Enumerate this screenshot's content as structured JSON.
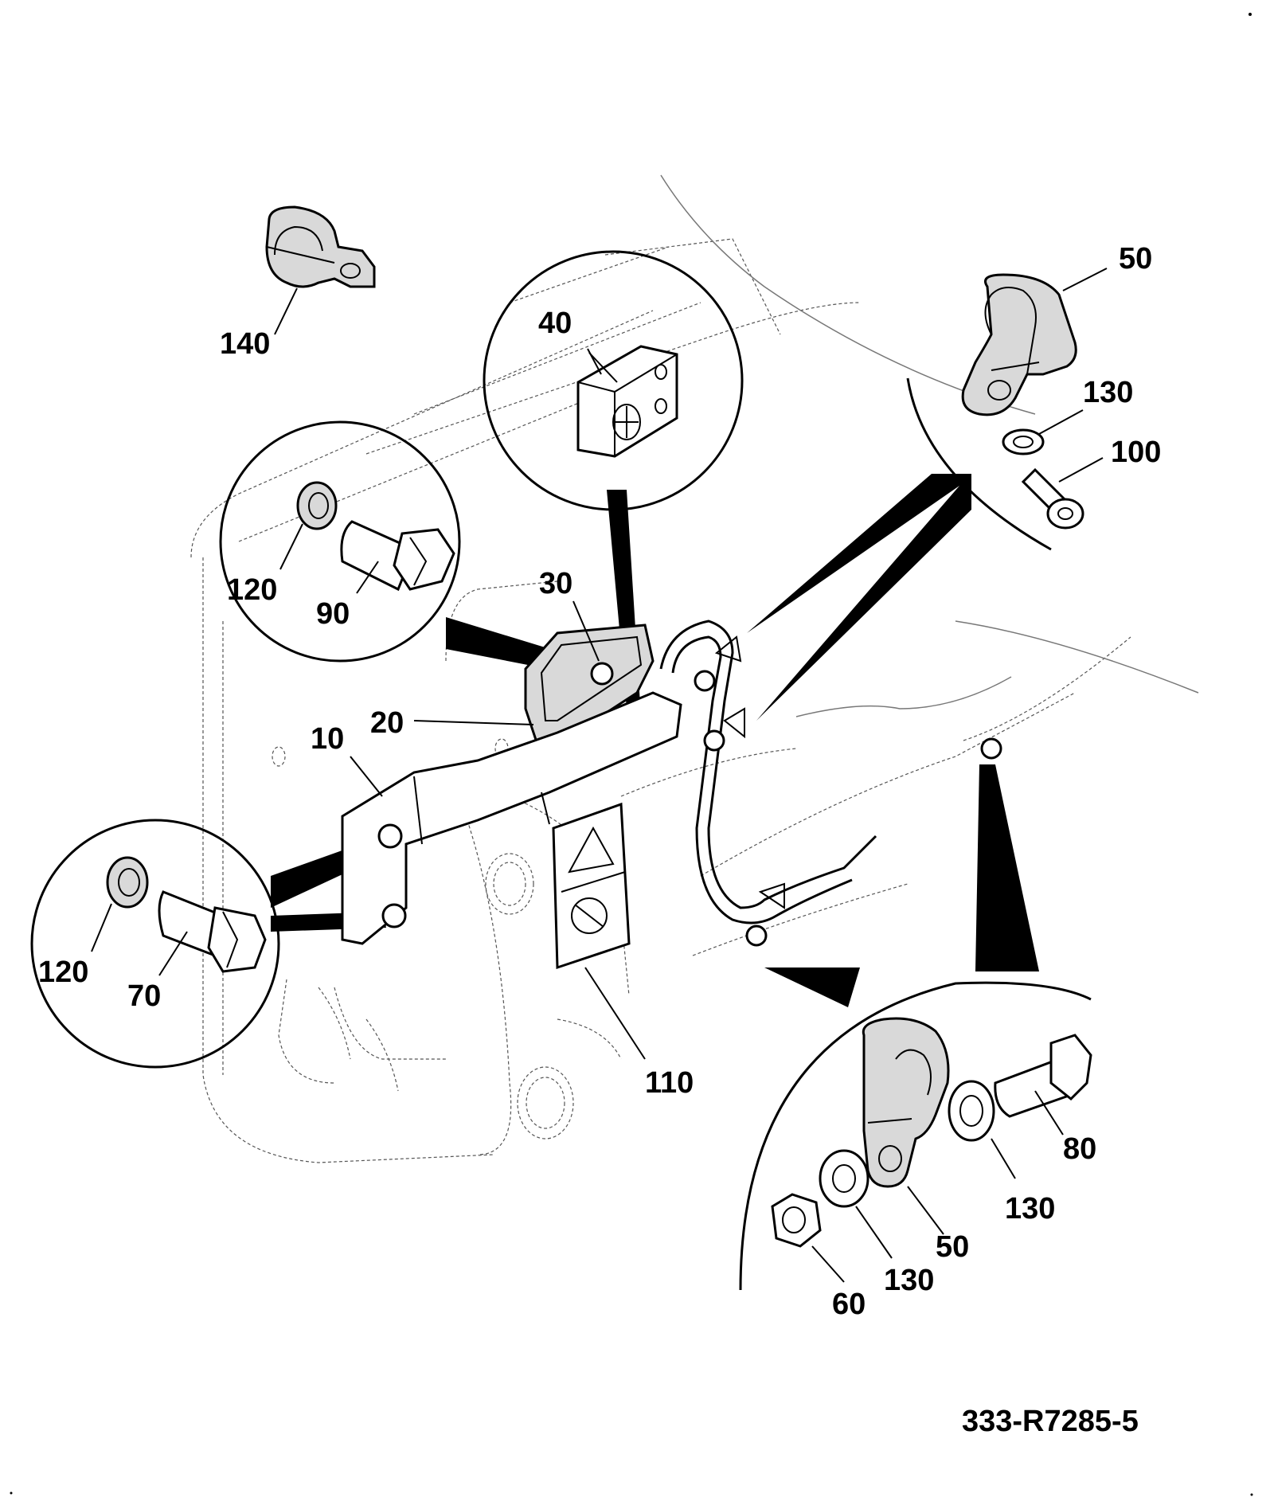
{
  "drawing_number": "333-R7285-5",
  "callouts": {
    "c140": "140",
    "c40": "40",
    "c50_top": "50",
    "c130_top": "130",
    "c100": "100",
    "c120_upper": "120",
    "c90": "90",
    "c30": "30",
    "c20": "20",
    "c10": "10",
    "c120_lower": "120",
    "c70": "70",
    "c110": "110",
    "c80": "80",
    "c130_right": "130",
    "c50_bottom": "50",
    "c130_bottom": "130",
    "c60": "60"
  },
  "icons": {
    "pinch_warning": "pinch-hazard-icon",
    "no_hand": "no-hand-icon"
  }
}
